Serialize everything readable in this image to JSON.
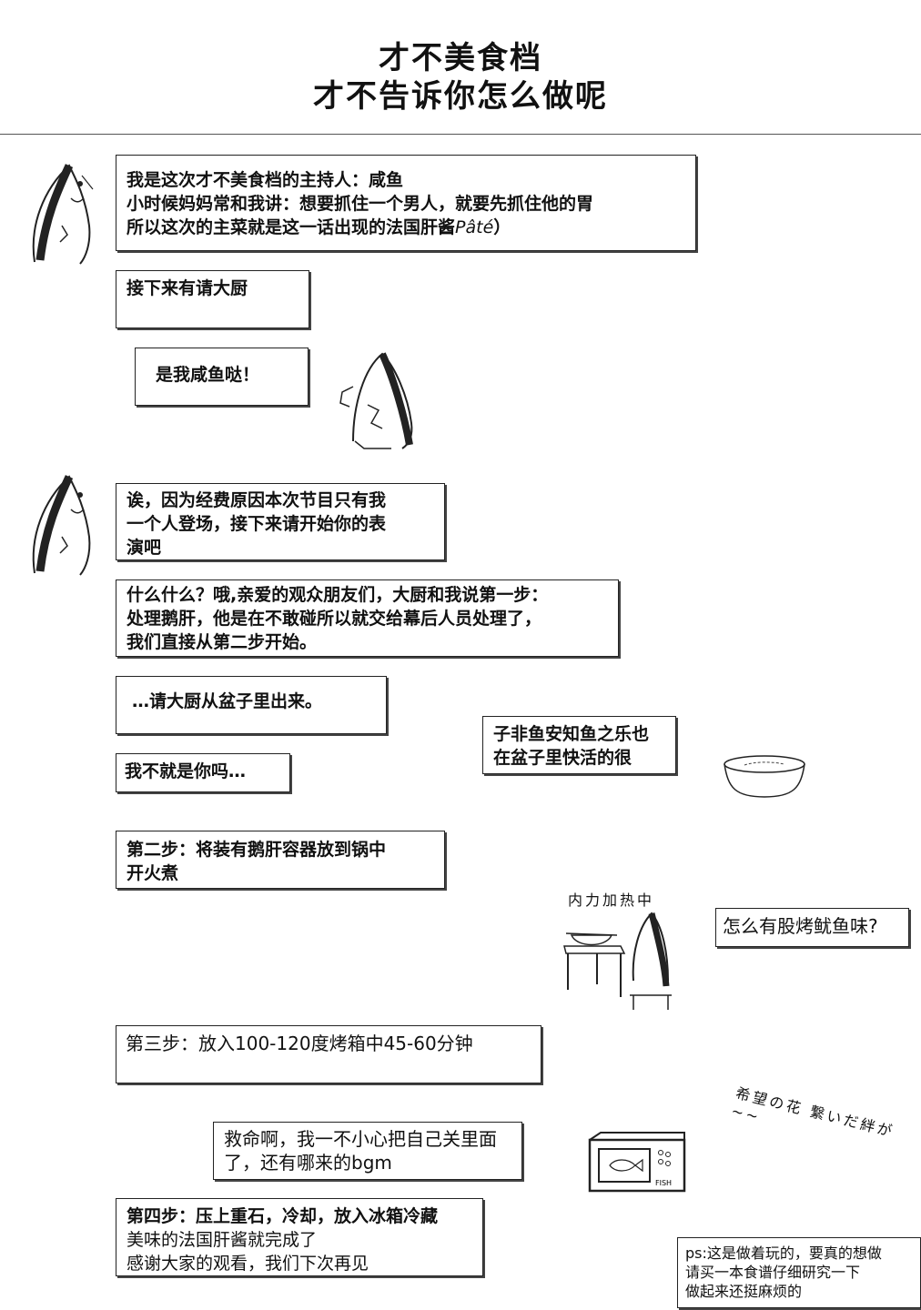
{
  "header": {
    "title_line1": "才不美食档",
    "title_line2": "才不告诉你怎么做呢"
  },
  "dialogue": {
    "intro": {
      "line1": "我是这次才不美食档的主持人：咸鱼",
      "line2": "小时候妈妈常和我讲：想要抓住一个男人，就要先抓住他的胃",
      "line3_text": "所以这次的主菜就是这一话出现的法国肝酱",
      "line3_italic": "Pâté",
      "line3_end": "）"
    },
    "invite": "接下来有请大厨",
    "chef_reply": "是我咸鱼哒！",
    "budget": {
      "line1": "诶，因为经费原因本次节目只有我",
      "line2": "一个人登场，接下来请开始你的表",
      "line3": "演吧"
    },
    "step1": {
      "line1": "什么什么？哦,亲爱的观众朋友们，大厨和我说第一步：",
      "line2": "处理鹅肝，他是在不敢碰所以就交给幕后人员处理了，",
      "line3": "我们直接从第二步开始。"
    },
    "come_out": "…请大厨从盆子里出来。",
    "philosophy": {
      "line1": "子非鱼安知鱼之乐也",
      "line2": "在盆子里快活的很"
    },
    "not_you": "我不就是你吗…",
    "step2": {
      "line1": "第二步：将装有鹅肝容器放到锅中",
      "line2": "开火煮"
    },
    "heating_label": "内力加热中",
    "squid_smell": "怎么有股烤鱿鱼味?",
    "step3": "第三步：放入100-120度烤箱中45-60分钟",
    "hope_flower": "希望の花 繋いだ絆が~~",
    "help": {
      "line1": "救命啊，我一不小心把自己关里面",
      "line2": "了，还有哪来的bgm"
    },
    "microwave_label": "FISH",
    "step4": {
      "line1": "第四步：压上重石，冷却，放入冰箱冷藏",
      "line2": "美味的法国肝酱就完成了",
      "line3": "感谢大家的观看，我们下次再见"
    },
    "ps": {
      "line1": "ps:这是做着玩的，要真的想做",
      "line2": "请买一本食谱仔细研究一下",
      "line3": "做起来还挺麻烦的"
    }
  }
}
